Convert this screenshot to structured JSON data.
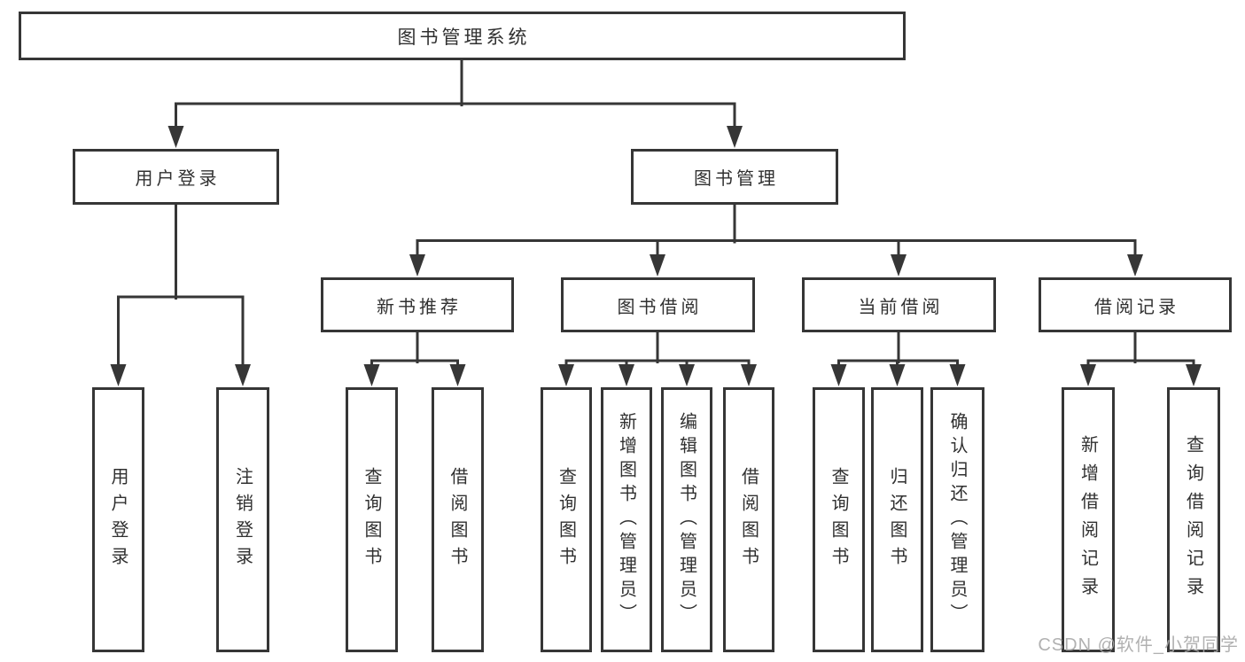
{
  "watermark": "CSDN @软件_小贺同学",
  "colors": {
    "line": "#363636",
    "box_border": "#363636",
    "box_fill": "#ffffff",
    "text": "#303030",
    "watermark": "#a9a9a9",
    "background": "#ffffff"
  },
  "tree": {
    "label": "图书管理系统",
    "children": [
      {
        "label": "用户登录",
        "children": [
          {
            "label": "用户登录"
          },
          {
            "label": "注销登录"
          }
        ]
      },
      {
        "label": "图书管理",
        "children": [
          {
            "label": "新书推荐",
            "children": [
              {
                "label": "查询图书"
              },
              {
                "label": "借阅图书"
              }
            ]
          },
          {
            "label": "图书借阅",
            "children": [
              {
                "label": "查询图书"
              },
              {
                "label": "新增图书（管理员）"
              },
              {
                "label": "编辑图书（管理员）"
              },
              {
                "label": "借阅图书"
              }
            ]
          },
          {
            "label": "当前借阅",
            "children": [
              {
                "label": "查询图书"
              },
              {
                "label": "归还图书"
              },
              {
                "label": "确认归还（管理员）"
              }
            ]
          },
          {
            "label": "借阅记录",
            "children": [
              {
                "label": "新增借阅记录"
              },
              {
                "label": "查询借阅记录"
              }
            ]
          }
        ]
      }
    ]
  }
}
